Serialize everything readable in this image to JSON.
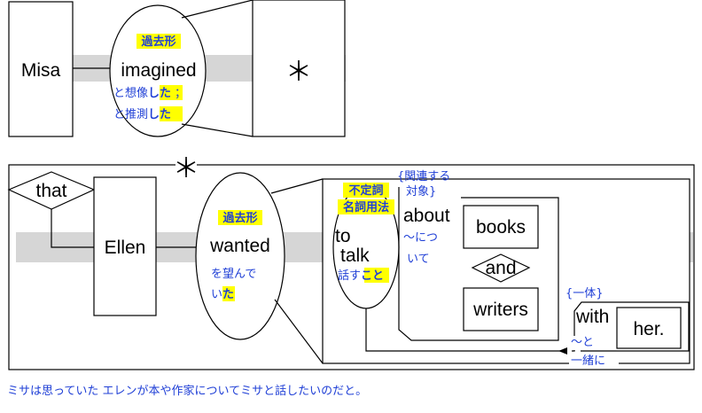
{
  "sentence1": {
    "subject": "Misa",
    "verb": "imagined",
    "tense_tag": "過去形",
    "verb_gloss_1": "と想像",
    "verb_gloss_1_hl": "した",
    "verb_gloss_sep": "；",
    "verb_gloss_2": "と推測",
    "verb_gloss_2_hl": "した",
    "object_marker": "＊"
  },
  "sentence2": {
    "clause_marker": "＊",
    "conjunction": "that",
    "subject": "Ellen",
    "verb": "wanted",
    "tense_tag": "過去形",
    "verb_gloss_1": "を望んで",
    "verb_gloss_2": "い",
    "verb_gloss_2_hl": "た",
    "infinitive_tag_1": "不定詞",
    "infinitive_tag_2": "名詞用法",
    "inf_to": "to",
    "inf_verb": "talk",
    "inf_gloss": "話す",
    "inf_gloss_hl": "こと",
    "about_tag_1": "{関連する",
    "about_tag_2": "対象}",
    "prep_about": "about",
    "about_gloss_1": "～につ",
    "about_gloss_2": "いて",
    "obj1": "books",
    "coord": "and",
    "obj2": "writers",
    "with_tag": "{一体}",
    "prep_with": "with",
    "with_obj": "her.",
    "with_gloss_1": "～と",
    "with_gloss_2": "一緒に"
  },
  "translation": "ミサは思っていた エレンが本や作家についてミサと話したいのだと。",
  "colors": {
    "gloss": "#1f3fd6",
    "highlight": "#ffff00",
    "band": "#d6d6d6"
  }
}
